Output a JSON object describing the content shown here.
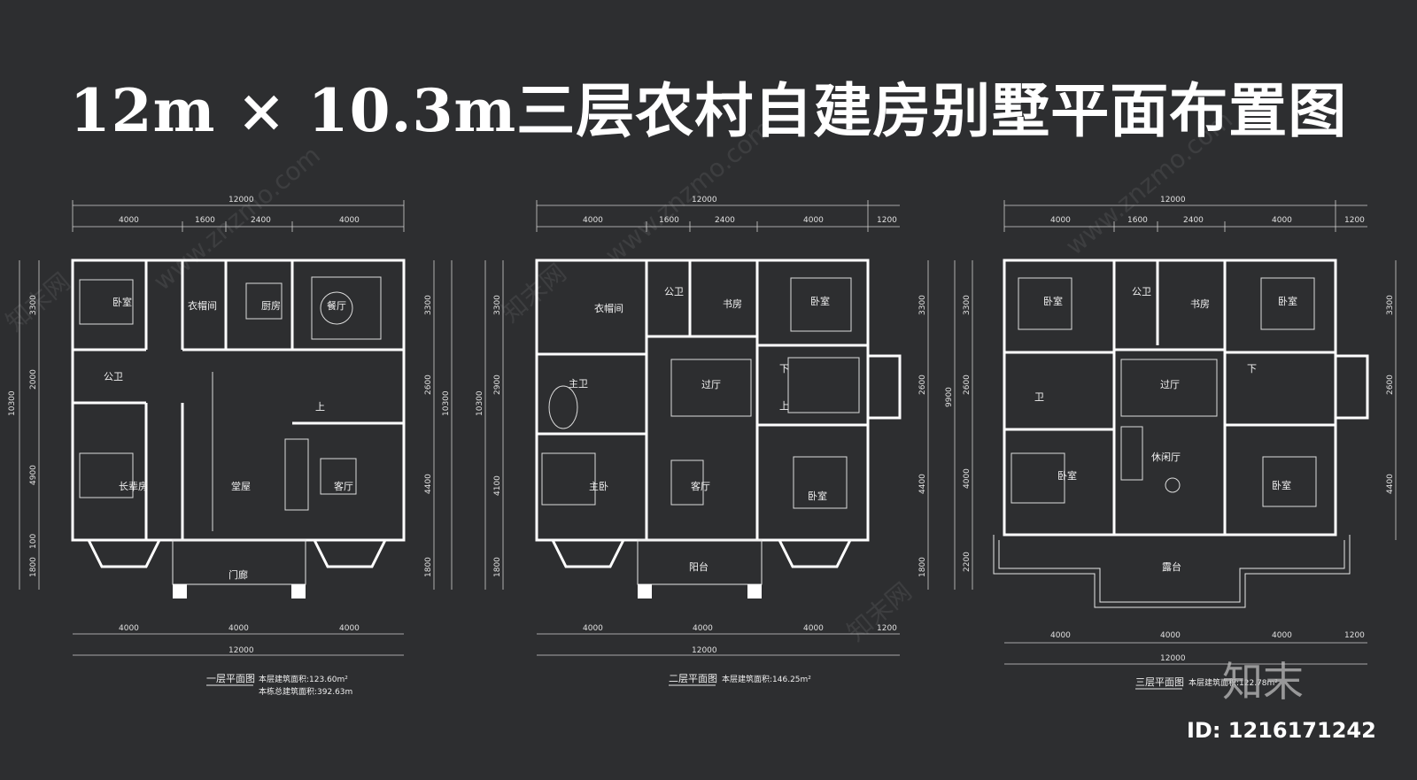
{
  "title": "12m × 10.3m三层农村自建房别墅平面布置图",
  "watermark": {
    "brand": "知末网",
    "url": "www.znzmo.com",
    "logo": "知末",
    "id": "ID: 1216171242"
  },
  "floors": [
    {
      "name": "一层平面图",
      "area_label": "本层建筑面积:123.60m²",
      "total_label": "本栋总建筑面积:392.63m",
      "top_total": "12000",
      "top_dims": [
        "4000",
        "1600",
        "2400",
        "4000"
      ],
      "bottom_dims": [
        "4000",
        "4000",
        "4000"
      ],
      "bottom_total": "12000",
      "left_dims": [
        "3300",
        "2000",
        "4900",
        "100",
        "1800"
      ],
      "left_total": "10300",
      "right_dims": [
        "3300",
        "2600",
        "4400",
        "1800"
      ],
      "right_total": "10300",
      "rooms": [
        "卧室",
        "衣帽间",
        "厨房",
        "餐厅",
        "公卫",
        "长辈房",
        "堂屋",
        "客厅",
        "门廊",
        "上"
      ]
    },
    {
      "name": "二层平面图",
      "area_label": "本层建筑面积:146.25m²",
      "top_total": "12000",
      "top_dims": [
        "4000",
        "1600",
        "2400",
        "4000",
        "1200"
      ],
      "bottom_dims": [
        "4000",
        "4000",
        "4000",
        "1200"
      ],
      "bottom_total": "12000",
      "left_dims": [
        "3300",
        "2900",
        "4100",
        "1800"
      ],
      "left_total": "10300",
      "right_dims": [
        "3300",
        "2600",
        "4400",
        "1800"
      ],
      "rooms": [
        "衣帽间",
        "公卫",
        "书房",
        "卧室",
        "主卫",
        "过厅",
        "下",
        "上",
        "主卧",
        "客厅",
        "卧室",
        "阳台"
      ]
    },
    {
      "name": "三层平面图",
      "area_label": "本层建筑面积:122.78m²",
      "top_total": "12000",
      "top_dims": [
        "4000",
        "1600",
        "2400",
        "4000",
        "1200"
      ],
      "bottom_dims": [
        "4000",
        "4000",
        "4000",
        "1200"
      ],
      "bottom_total": "12000",
      "left_dims": [
        "3300",
        "2600",
        "4000",
        "2200"
      ],
      "left_total": "9900",
      "right_dims": [
        "3300",
        "2600",
        "4400"
      ],
      "rooms": [
        "卧室",
        "公卫",
        "书房",
        "卧室",
        "过厅",
        "卫",
        "下",
        "休闲厅",
        "卧室",
        "卧室",
        "露台"
      ]
    }
  ],
  "colors": {
    "background": "#2d2e30",
    "lines": "#ffffff",
    "text": "#f2f2f2"
  }
}
